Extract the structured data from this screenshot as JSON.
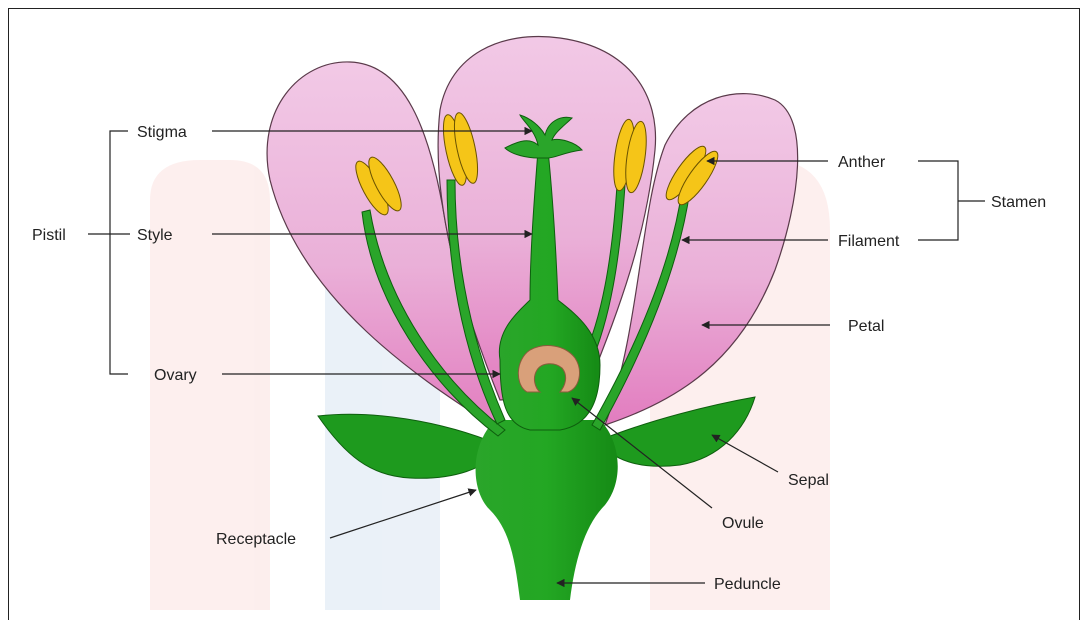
{
  "labels": {
    "stigma": "Stigma",
    "style": "Style",
    "ovary": "Ovary",
    "pistil": "Pistil",
    "anther": "Anther",
    "filament": "Filament",
    "stamen": "Stamen",
    "petal": "Petal",
    "sepal": "Sepal",
    "ovule": "Ovule",
    "receptacle": "Receptacle",
    "peduncle": "Peduncle"
  },
  "colors": {
    "petal": "#e9a5d6",
    "green": "#1e9a1e",
    "anther": "#f5c518",
    "ovule": "#d9a07a"
  }
}
